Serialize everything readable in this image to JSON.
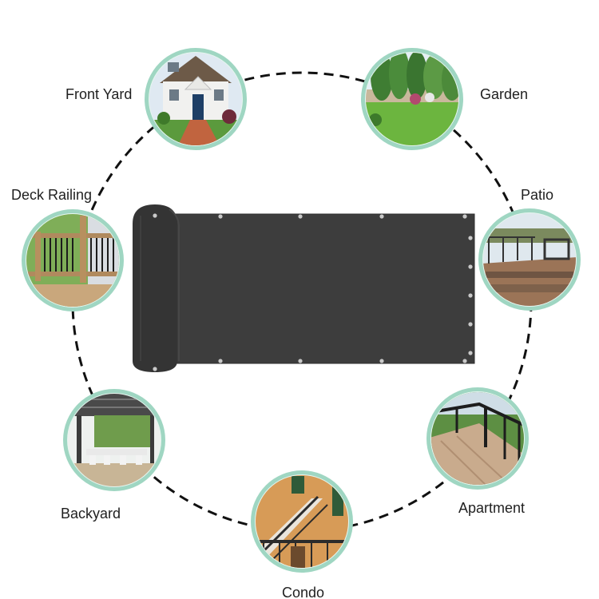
{
  "colors": {
    "ring": "#9fd6c2",
    "ring_inner": "#e7f5ef",
    "dash": "#111111",
    "screen": "#3d3d3d",
    "screen_roll": "#343434",
    "grommet": "#c9c9c9",
    "text": "#1f1f1f"
  },
  "locations": [
    {
      "id": "front-yard",
      "label": "Front Yard",
      "scene": "house"
    },
    {
      "id": "garden",
      "label": "Garden",
      "scene": "garden"
    },
    {
      "id": "patio",
      "label": "Patio",
      "scene": "patio"
    },
    {
      "id": "apartment",
      "label": "Apartment",
      "scene": "balcony"
    },
    {
      "id": "condo",
      "label": "Condo",
      "scene": "stairs"
    },
    {
      "id": "backyard",
      "label": "Backyard",
      "scene": "pergola"
    },
    {
      "id": "deck-railing",
      "label": "Deck Railing",
      "scene": "railing"
    }
  ]
}
